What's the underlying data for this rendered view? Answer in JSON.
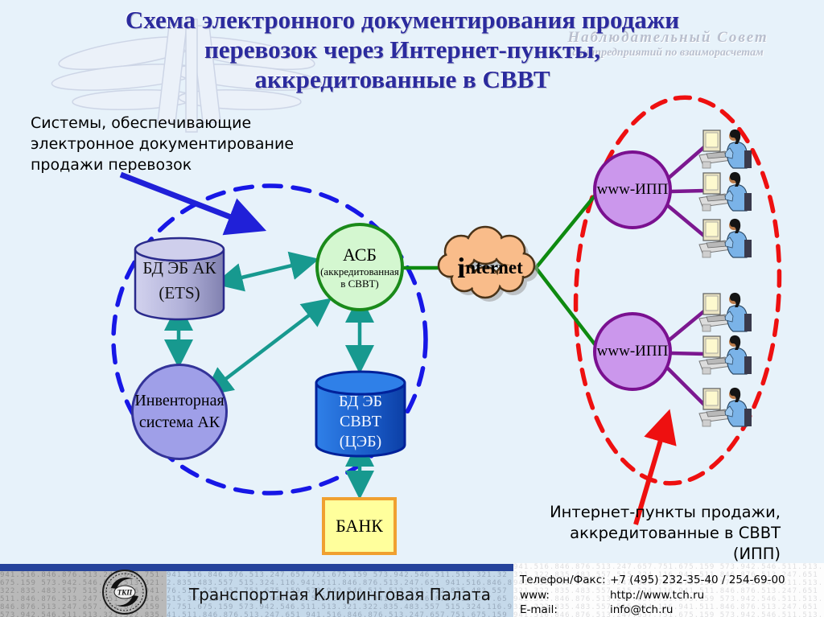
{
  "title": {
    "line1": "Схема электронного документирования продажи",
    "line2": "перевозок через Интернет-пункты,",
    "line3": "аккредитованные в СВВТ"
  },
  "watermark": {
    "line1": "Наблюдательный   Совет",
    "line2": "авиапредприятий по взаиморасчетам"
  },
  "annotations": {
    "left": {
      "line1": "Системы, обеспечивающие",
      "line2": "электронное документирование",
      "line3": "продажи перевозок"
    },
    "right": {
      "line1": "Интернет-пункты продажи,",
      "line2": "аккредитованные в СВВТ",
      "line3": "(ИПП)"
    }
  },
  "nodes": {
    "bd_eb_ak": {
      "line1": "БД ЭБ АК",
      "line2": "(ETS)"
    },
    "asb": {
      "line1": "АСБ",
      "line2": "(аккредитованная",
      "line3": "в СВВТ)"
    },
    "internet": {
      "big": "i",
      "rest": "nternet"
    },
    "inventory": {
      "line1": "Инвенторная",
      "line2": "система АК"
    },
    "bd_eb_svvt": {
      "line1": "БД ЭБ СВВТ",
      "line2": "(ЦЭБ)"
    },
    "bank": {
      "label": "БАНК"
    },
    "ipp_top": {
      "label": "www-ИПП"
    },
    "ipp_bottom": {
      "label": "www-ИПП"
    }
  },
  "footer": {
    "company": "Транспортная Клиринговая Палата",
    "logo_text": "ТКП",
    "bg_digits": "941.516.846.876.513.247.657.751.675.159 573.942.546.511.513.321.322.835.483.557 515.324.116.941.511.846.876.513.247.651 ",
    "contacts": [
      {
        "label": "Телефон/Факс:",
        "value": "+7 (495) 232-35-40 / 254-69-00"
      },
      {
        "label": "www:",
        "value": "http://www.tch.ru"
      },
      {
        "label": "E-mail:",
        "value": "info@tch.ru"
      }
    ]
  },
  "colors": {
    "background": "#e7f2fa",
    "title_text": "#2b2b9e",
    "blue_dashed_ellipse": "#1717e6",
    "red_dashed_ellipse": "#ee1010",
    "teal_arrow": "#17998f",
    "green_link": "#0e8a10",
    "purple_link": "#7c1890",
    "cloud_fill": "#f9bc8a",
    "bank_fill": "#ffff9c",
    "bank_border": "#f0a030",
    "cylinder_lavender": "#b9b9e0",
    "cylinder_blue": "#1f6fd4",
    "asb_fill": "#d4f7d0",
    "inventory_fill": "#9f9fe8",
    "ipp_fill": "#cb97ec",
    "footer_strip": "#26439b"
  }
}
